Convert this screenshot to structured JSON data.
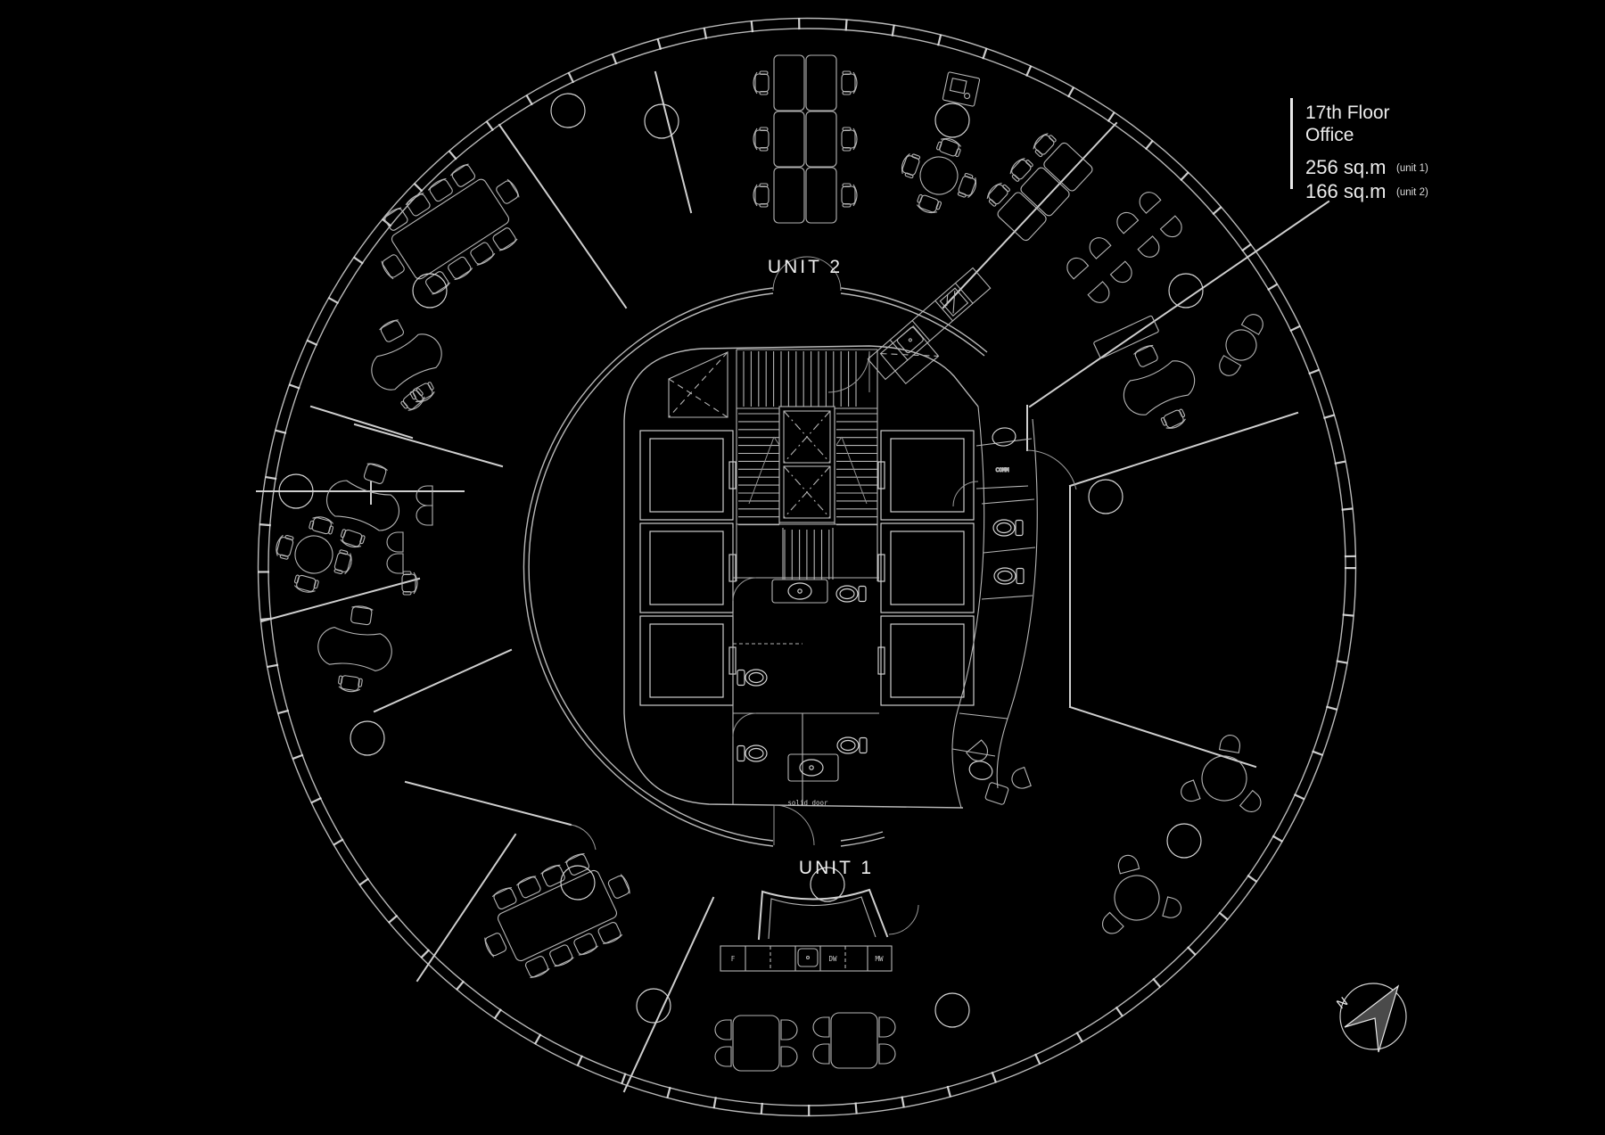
{
  "title_block": {
    "line1": "17th Floor",
    "line2": "Office",
    "area1": "256 sq.m",
    "area1_note": "(unit 1)",
    "area2": "166 sq.m",
    "area2_note": "(unit 2)"
  },
  "labels": {
    "unit2": "UNIT 2",
    "unit1": "UNIT 1",
    "solid_door": "solid door",
    "comm": "COMM",
    "fridge": "F",
    "dishwasher": "DW",
    "microwave": "MW",
    "north": "N"
  },
  "colors": {
    "background": "#000000",
    "line": "#cfcfcf",
    "line_dim": "#8f8f8f",
    "text": "#f0f0f0",
    "compass_fill": "#4a4a4a"
  },
  "plan": {
    "type": "circular office floor plan",
    "floor": "17th",
    "units": [
      {
        "name": "UNIT 1",
        "area_sqm": 256
      },
      {
        "name": "UNIT 2",
        "area_sqm": 166
      }
    ],
    "core": "central core with elevators, stair, washrooms and COMM room"
  }
}
